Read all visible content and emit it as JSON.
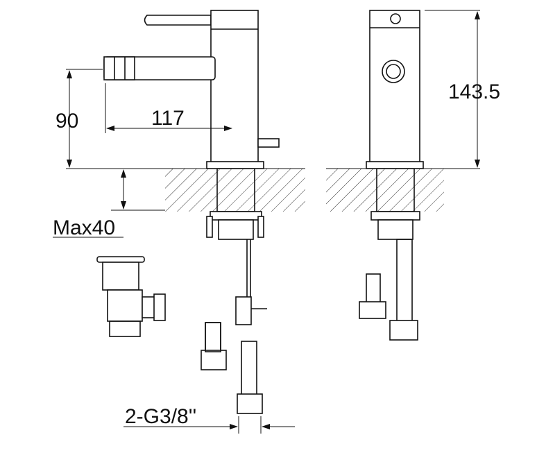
{
  "title": "Bidet mixer technical drawing",
  "dimensions": {
    "spout_height": "90",
    "spout_reach": "117",
    "total_height": "143.5",
    "max_counter_thickness": "Max40",
    "connection": "2-G3/8''"
  }
}
